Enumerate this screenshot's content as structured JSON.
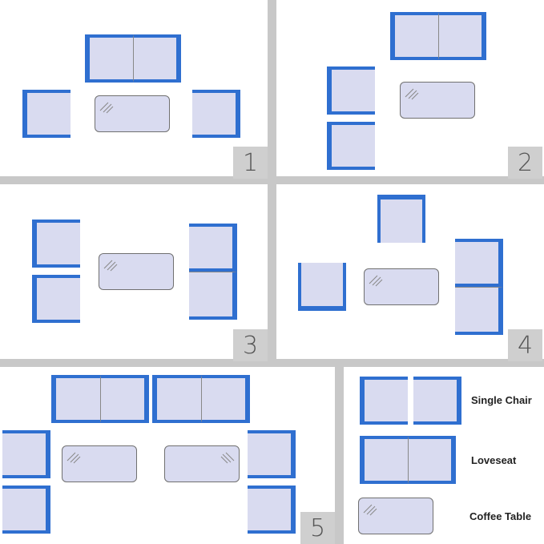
{
  "panels": [
    {
      "number": "1"
    },
    {
      "number": "2"
    },
    {
      "number": "3"
    },
    {
      "number": "4"
    },
    {
      "number": "5"
    }
  ],
  "legend": {
    "single_chair": "Single Chair",
    "loveseat": "Loveseat",
    "coffee_table": "Coffee Table"
  },
  "colors": {
    "frame_blue": "#2f6fd0",
    "cushion": "#d9dbf0",
    "panel_bg": "#ffffff",
    "divider": "#c8c8c8"
  }
}
